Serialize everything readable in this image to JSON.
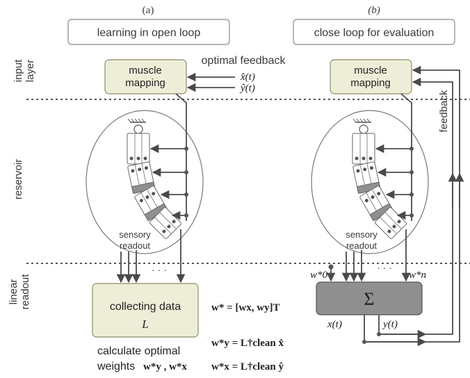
{
  "panels": {
    "a": {
      "tag": "(a)",
      "title": "learning in open loop",
      "muscle_line1": "muscle",
      "muscle_line2": "mapping",
      "optimal_feedback": "optimal feedback",
      "xhat": "x̂(t)",
      "yhat": "ŷ(t)",
      "sensory_line1": "sensory",
      "sensory_line2": "readout",
      "dots": "· · ·",
      "collecting_line1": "collecting data",
      "collecting_line2": "L",
      "calc_line1": "calculate optimal",
      "calc_line2": "weights",
      "calc_vars": "w*y , w*x",
      "eq1": "w* = [wx, wy]T",
      "eq2": "w*y = L†clean x̂",
      "eq3": "w*x = L†clean ŷ"
    },
    "b": {
      "tag": "(b)",
      "title": "close loop for evaluation",
      "muscle_line1": "muscle",
      "muscle_line2": "mapping",
      "feedback": "feedback",
      "sensory_line1": "sensory",
      "sensory_line2": "readout",
      "dots": "· · ·",
      "w0": "w*0",
      "wn": "w*n",
      "sigma": "Σ",
      "xt": "x(t)",
      "yt": "y(t)"
    }
  },
  "row_labels": {
    "input_line1": "input",
    "input_line2": "layer",
    "reservoir": "reservoir",
    "readout_line1": "linear",
    "readout_line2": "readout"
  },
  "colors": {
    "module_fill": "#eeeed8",
    "sum_fill": "#8f8f8f",
    "wire": "#4a4a4a"
  }
}
